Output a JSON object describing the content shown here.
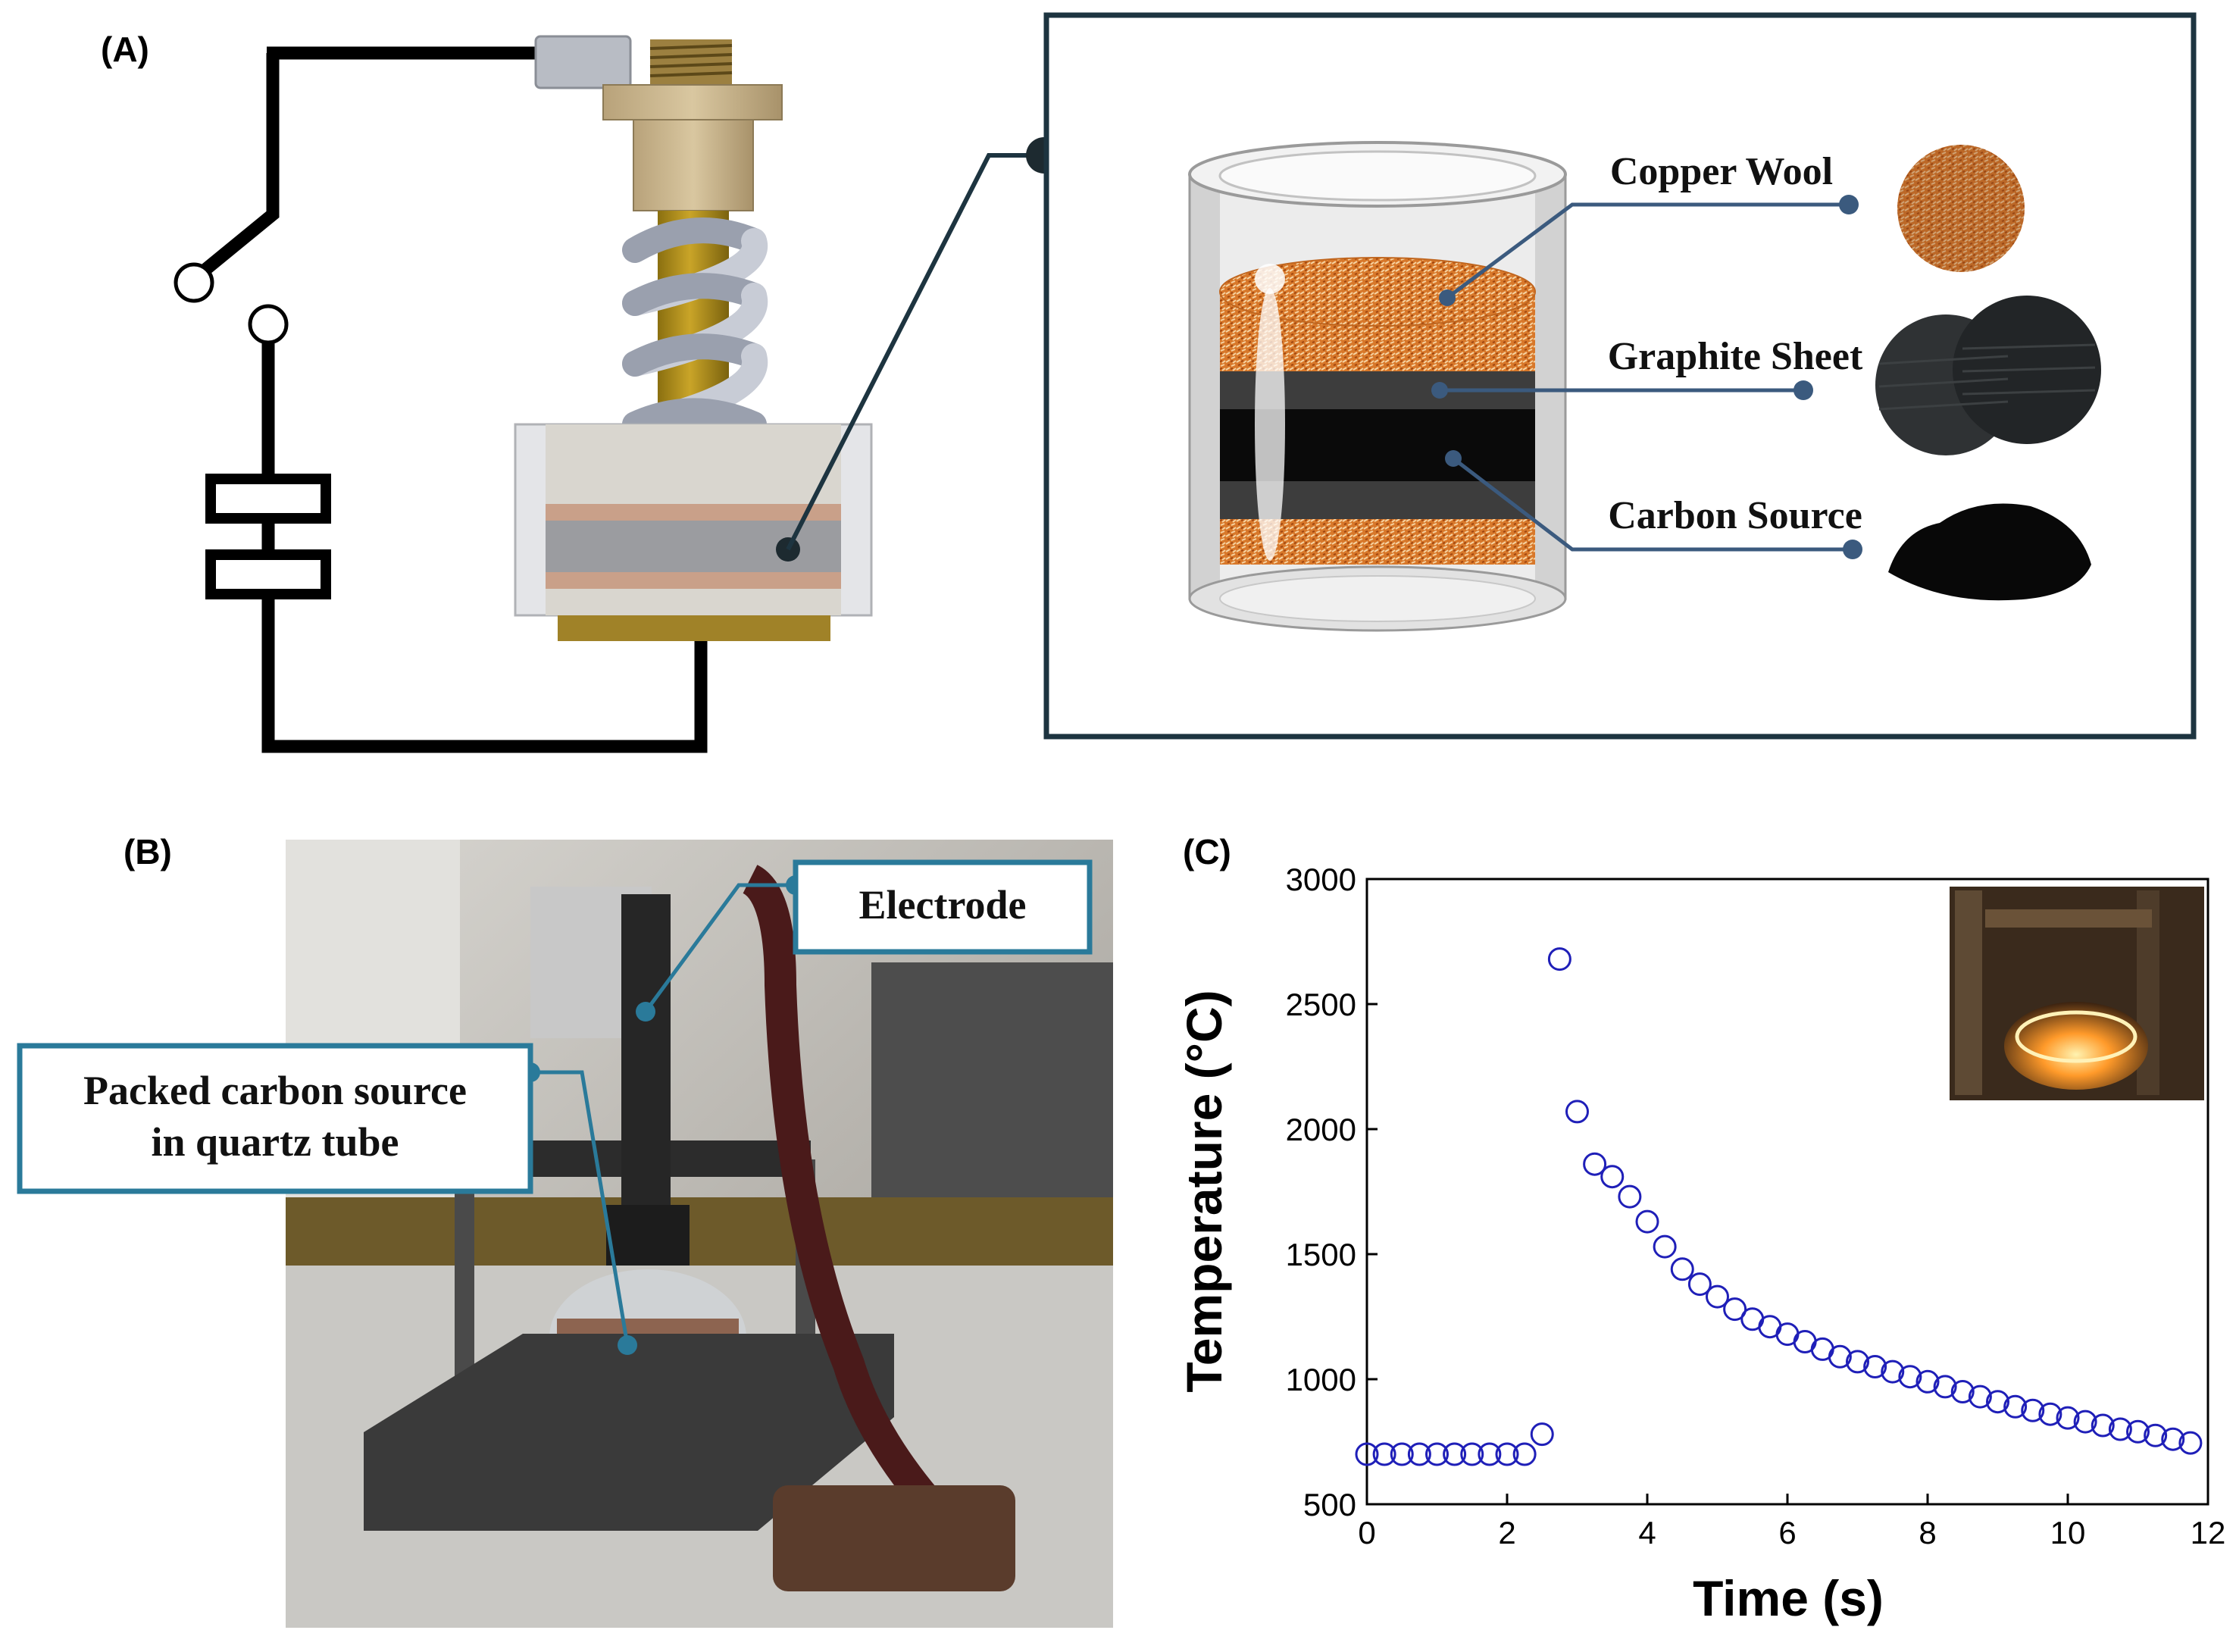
{
  "panels": {
    "a": {
      "label": "(A)"
    },
    "b": {
      "label": "(B)"
    },
    "c": {
      "label": "(C)"
    }
  },
  "zoom_inset": {
    "labels": [
      "Copper Wool",
      "Graphite Sheet",
      "Carbon Source"
    ]
  },
  "photo_callouts": {
    "electrode": "Electrode",
    "packed_line1": "Packed carbon source",
    "packed_line2": "in quartz tube"
  },
  "colors": {
    "series": "#1f1fb8",
    "frame": "#1d3440",
    "callout": "#2a7a9a",
    "leader": "#3b5a7e"
  },
  "chart_data": {
    "type": "scatter",
    "xlabel": "Time (s)",
    "ylabel": "Temperature (°C)",
    "xlim": [
      0,
      12
    ],
    "ylim": [
      500,
      3000
    ],
    "xticks": [
      0,
      2,
      4,
      6,
      8,
      10,
      12
    ],
    "yticks": [
      500,
      1000,
      1500,
      2000,
      2500,
      3000
    ],
    "grid": false,
    "legend": "none",
    "series": [
      {
        "marker": "open-circle",
        "x": [
          0,
          0.25,
          0.5,
          0.75,
          1.0,
          1.25,
          1.5,
          1.75,
          2.0,
          2.25,
          2.5,
          2.75,
          3.0,
          3.25,
          3.5,
          3.75,
          4.0,
          4.25,
          4.5,
          4.75,
          5.0,
          5.25,
          5.5,
          5.75,
          6.0,
          6.25,
          6.5,
          6.75,
          7.0,
          7.25,
          7.5,
          7.75,
          8.0,
          8.25,
          8.5,
          8.75,
          9.0,
          9.25,
          9.5,
          9.75,
          10.0,
          10.25,
          10.5,
          10.75,
          11.0,
          11.25,
          11.5,
          11.75
        ],
        "y": [
          700,
          700,
          700,
          700,
          700,
          700,
          700,
          700,
          700,
          700,
          780,
          2680,
          2070,
          1860,
          1810,
          1730,
          1630,
          1530,
          1440,
          1380,
          1330,
          1280,
          1240,
          1210,
          1180,
          1150,
          1120,
          1090,
          1070,
          1050,
          1030,
          1010,
          990,
          970,
          950,
          930,
          910,
          890,
          875,
          860,
          845,
          830,
          815,
          800,
          790,
          775,
          760,
          745
        ]
      }
    ]
  }
}
